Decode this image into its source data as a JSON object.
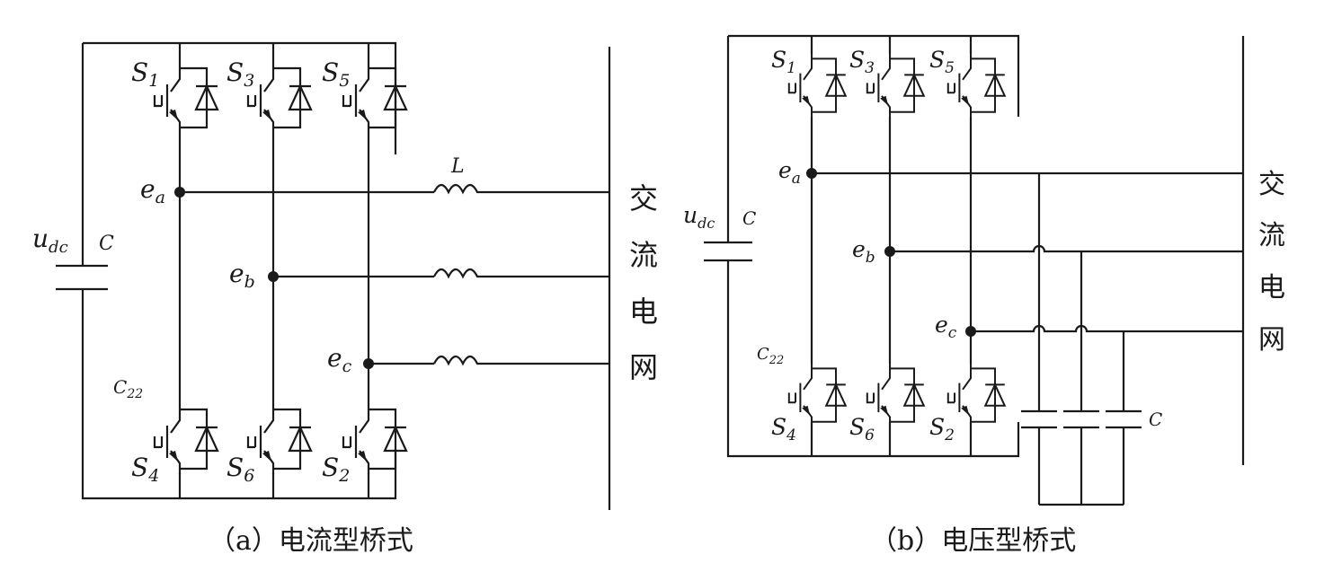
{
  "diagrams": [
    {
      "dc_voltage": "u",
      "dc_voltage_sub": "dc",
      "dc_capacitor": "C",
      "inductor": "L",
      "switch_ids": {
        "s1": "1",
        "s3": "3",
        "s5": "5",
        "s4": "4",
        "s6": "6",
        "s2": "2"
      },
      "node_ids": {
        "a": "a",
        "b": "b",
        "c": "c"
      },
      "node_letter": "e",
      "switch_letter": "S",
      "c22": "C",
      "c22_sub": "22",
      "grid_label": [
        "交",
        "流",
        "电",
        "网"
      ],
      "caption": "（a）电流型桥式"
    },
    {
      "dc_voltage": "u",
      "dc_voltage_sub": "dc",
      "dc_capacitor": "C",
      "filter_capacitor": "C",
      "switch_ids": {
        "s1": "1",
        "s3": "3",
        "s5": "5",
        "s4": "4",
        "s6": "6",
        "s2": "2"
      },
      "node_ids": {
        "a": "a",
        "b": "b",
        "c": "c"
      },
      "node_letter": "e",
      "switch_letter": "S",
      "c22": "C",
      "c22_sub": "22",
      "grid_label": [
        "交",
        "流",
        "电",
        "网"
      ],
      "caption": "（b）电压型桥式"
    }
  ]
}
